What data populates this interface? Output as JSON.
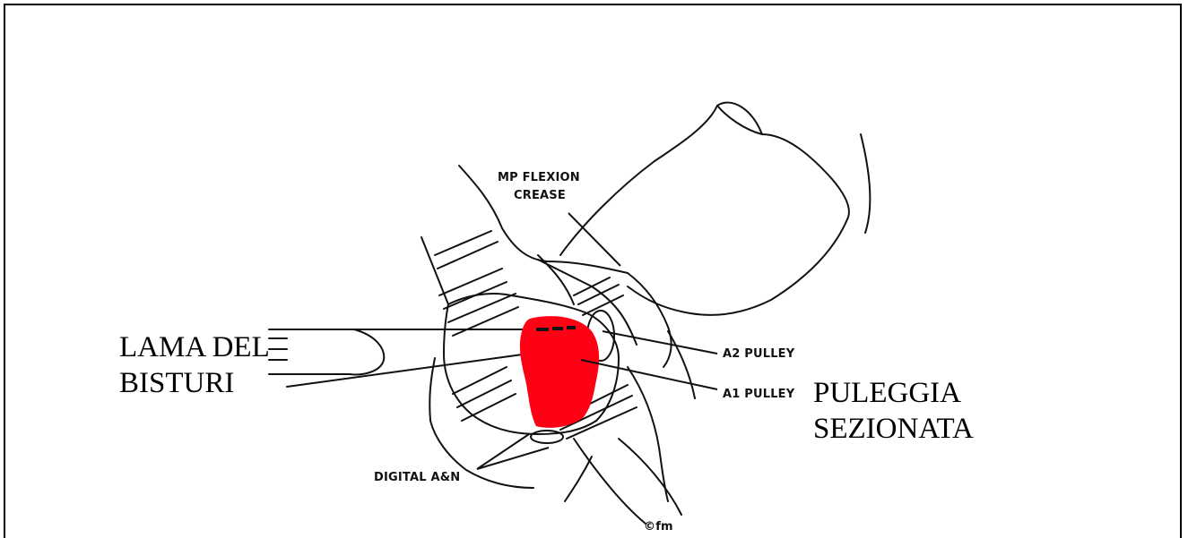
{
  "labels": {
    "mp_flexion_line1": "MP FLEXION",
    "mp_flexion_line2": "CREASE",
    "a2_pulley": "A2 PULLEY",
    "a1_pulley": "A1 PULLEY",
    "digital_an": "DIGITAL A&N",
    "copyright": "©fm"
  },
  "overlay_labels": {
    "lama_line1": "LAMA DEL",
    "lama_line2": "BISTURI",
    "puleggia_line1": "PULEGGIA",
    "puleggia_line2": "SEZIONATA"
  },
  "colors": {
    "highlight": "#ff0015",
    "line": "#111111",
    "background": "#ffffff"
  }
}
